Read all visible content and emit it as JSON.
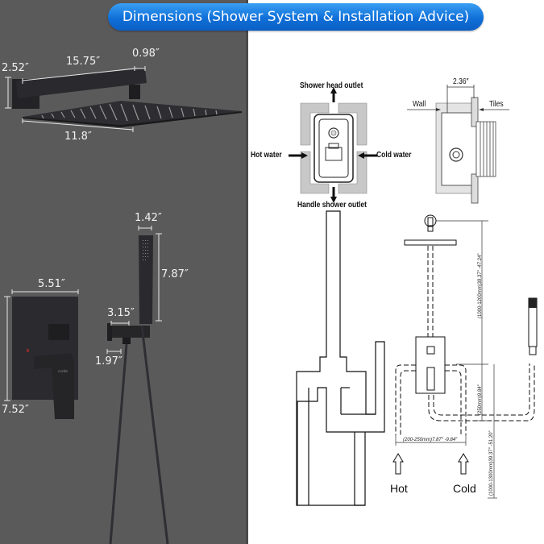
{
  "title": "Dimensions (Shower System & Installation Advice)",
  "colors": {
    "title_pill": "#1a7fe6",
    "left_background": "#5a5a5a",
    "right_background": "#ffffff",
    "product_finish": "#2a2a2e",
    "dimension_lines": "#e8e8e8"
  },
  "product_dimensions": {
    "shower_head": {
      "wall_plate_height": "2.52″",
      "arm_length": "15.75″",
      "arm_width": "0.98″",
      "head_width": "11.8″"
    },
    "hand_shower": {
      "width": "1.42″",
      "length": "7.87″"
    },
    "holder": {
      "width": "3.15″",
      "outlet_width": "1.97″"
    },
    "valve_trim": {
      "width": "5.51″",
      "height": "7.52″"
    },
    "valve_brand_text": "cocbb"
  },
  "valve_diagram": {
    "top_label": "Shower head outlet",
    "left_label": "Hot water",
    "right_label": "Cold water",
    "bottom_label": "Handle shower outlet"
  },
  "wall_diagram": {
    "depth": "2.36″",
    "wall_label": "Wall",
    "tiles_label": "Tiles"
  },
  "installation_diagram": {
    "head_to_valve": "(1000-1200mm)39.37″ -47.24″",
    "valve_to_pipe": "(250mm)9.84″",
    "floor_to_valve": "(1000-1300mm)39.37″ -51.20″",
    "inlet_spacing": "(200-250mm)7.87″ -9.84″",
    "hot_label": "Hot",
    "cold_label": "Cold"
  }
}
